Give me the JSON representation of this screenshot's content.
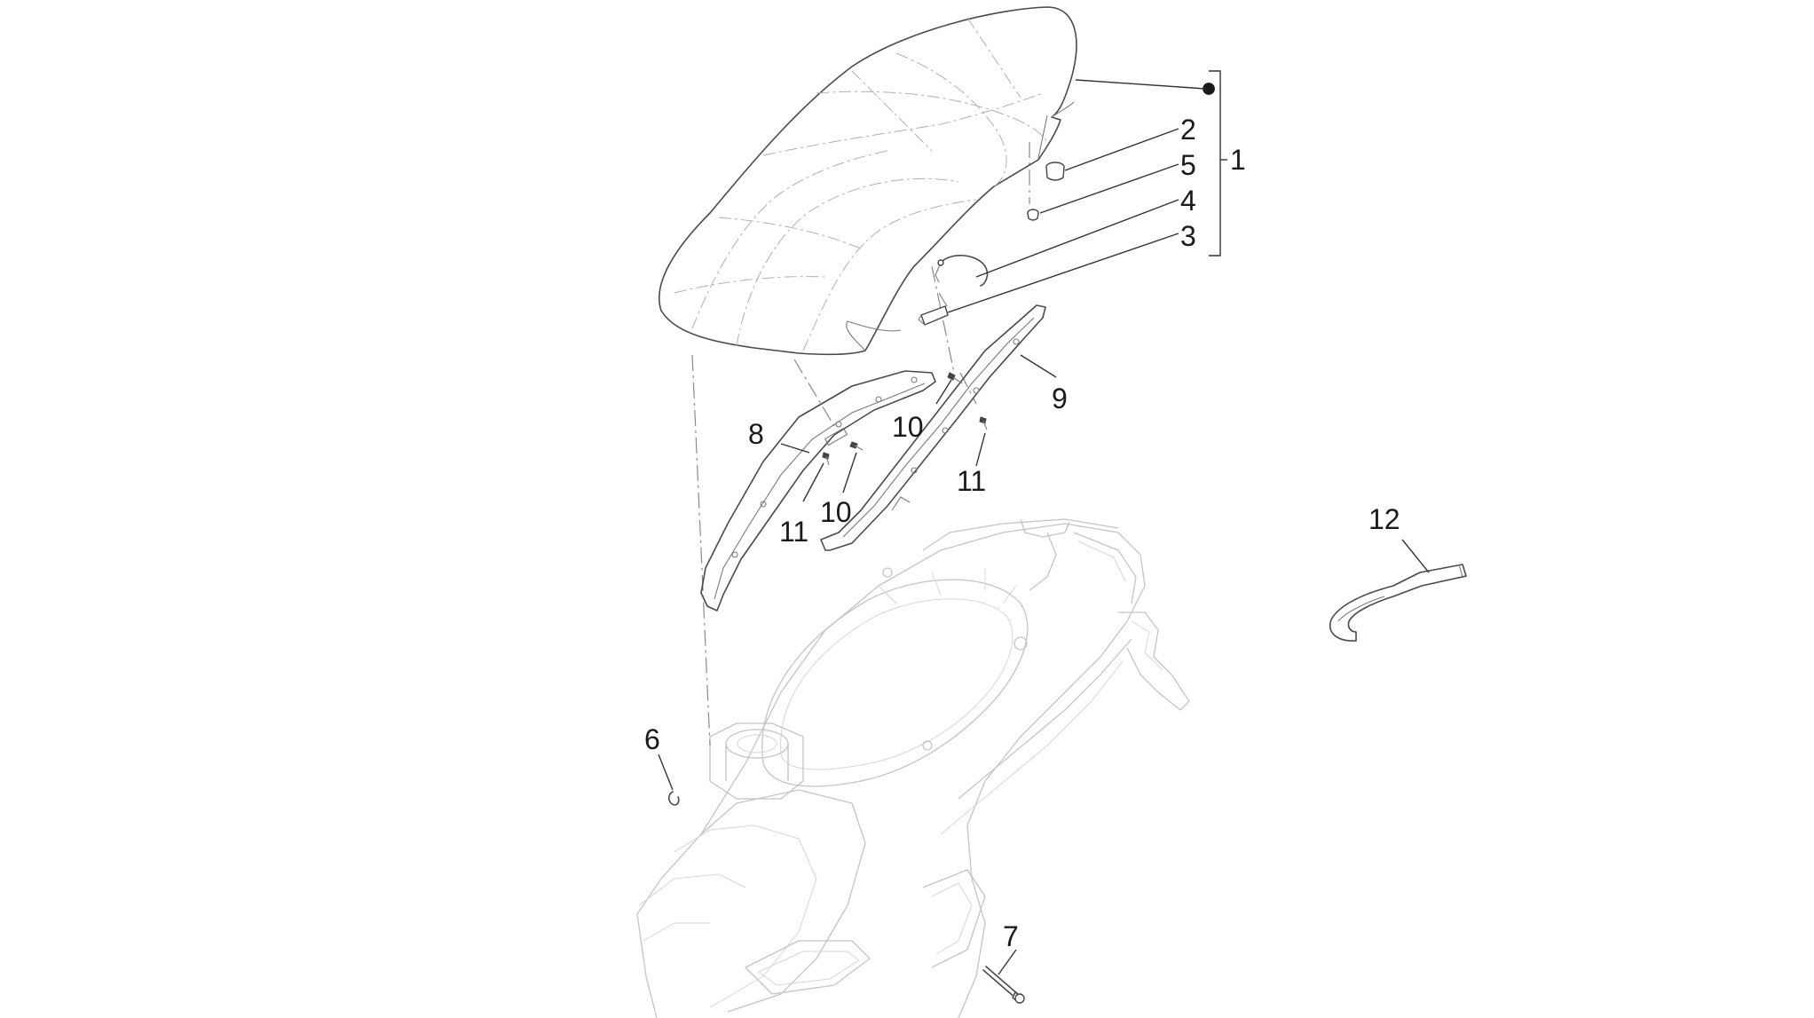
{
  "diagram": {
    "bullet_symbol": "●",
    "callouts": [
      {
        "id": "c1",
        "label": "1"
      },
      {
        "id": "c2",
        "label": "2"
      },
      {
        "id": "c5",
        "label": "5"
      },
      {
        "id": "c4",
        "label": "4"
      },
      {
        "id": "c3",
        "label": "3"
      },
      {
        "id": "c9",
        "label": "9"
      },
      {
        "id": "c10a",
        "label": "10"
      },
      {
        "id": "c8",
        "label": "8"
      },
      {
        "id": "c11a",
        "label": "11"
      },
      {
        "id": "c10b",
        "label": "10"
      },
      {
        "id": "c11b",
        "label": "11"
      },
      {
        "id": "c12",
        "label": "12"
      },
      {
        "id": "c6",
        "label": "6"
      },
      {
        "id": "c7",
        "label": "7"
      }
    ],
    "colors": {
      "line": "#4a4a4a",
      "ghost": "#c4c4c4",
      "text": "#1a1a1a",
      "background": "#ffffff"
    }
  }
}
